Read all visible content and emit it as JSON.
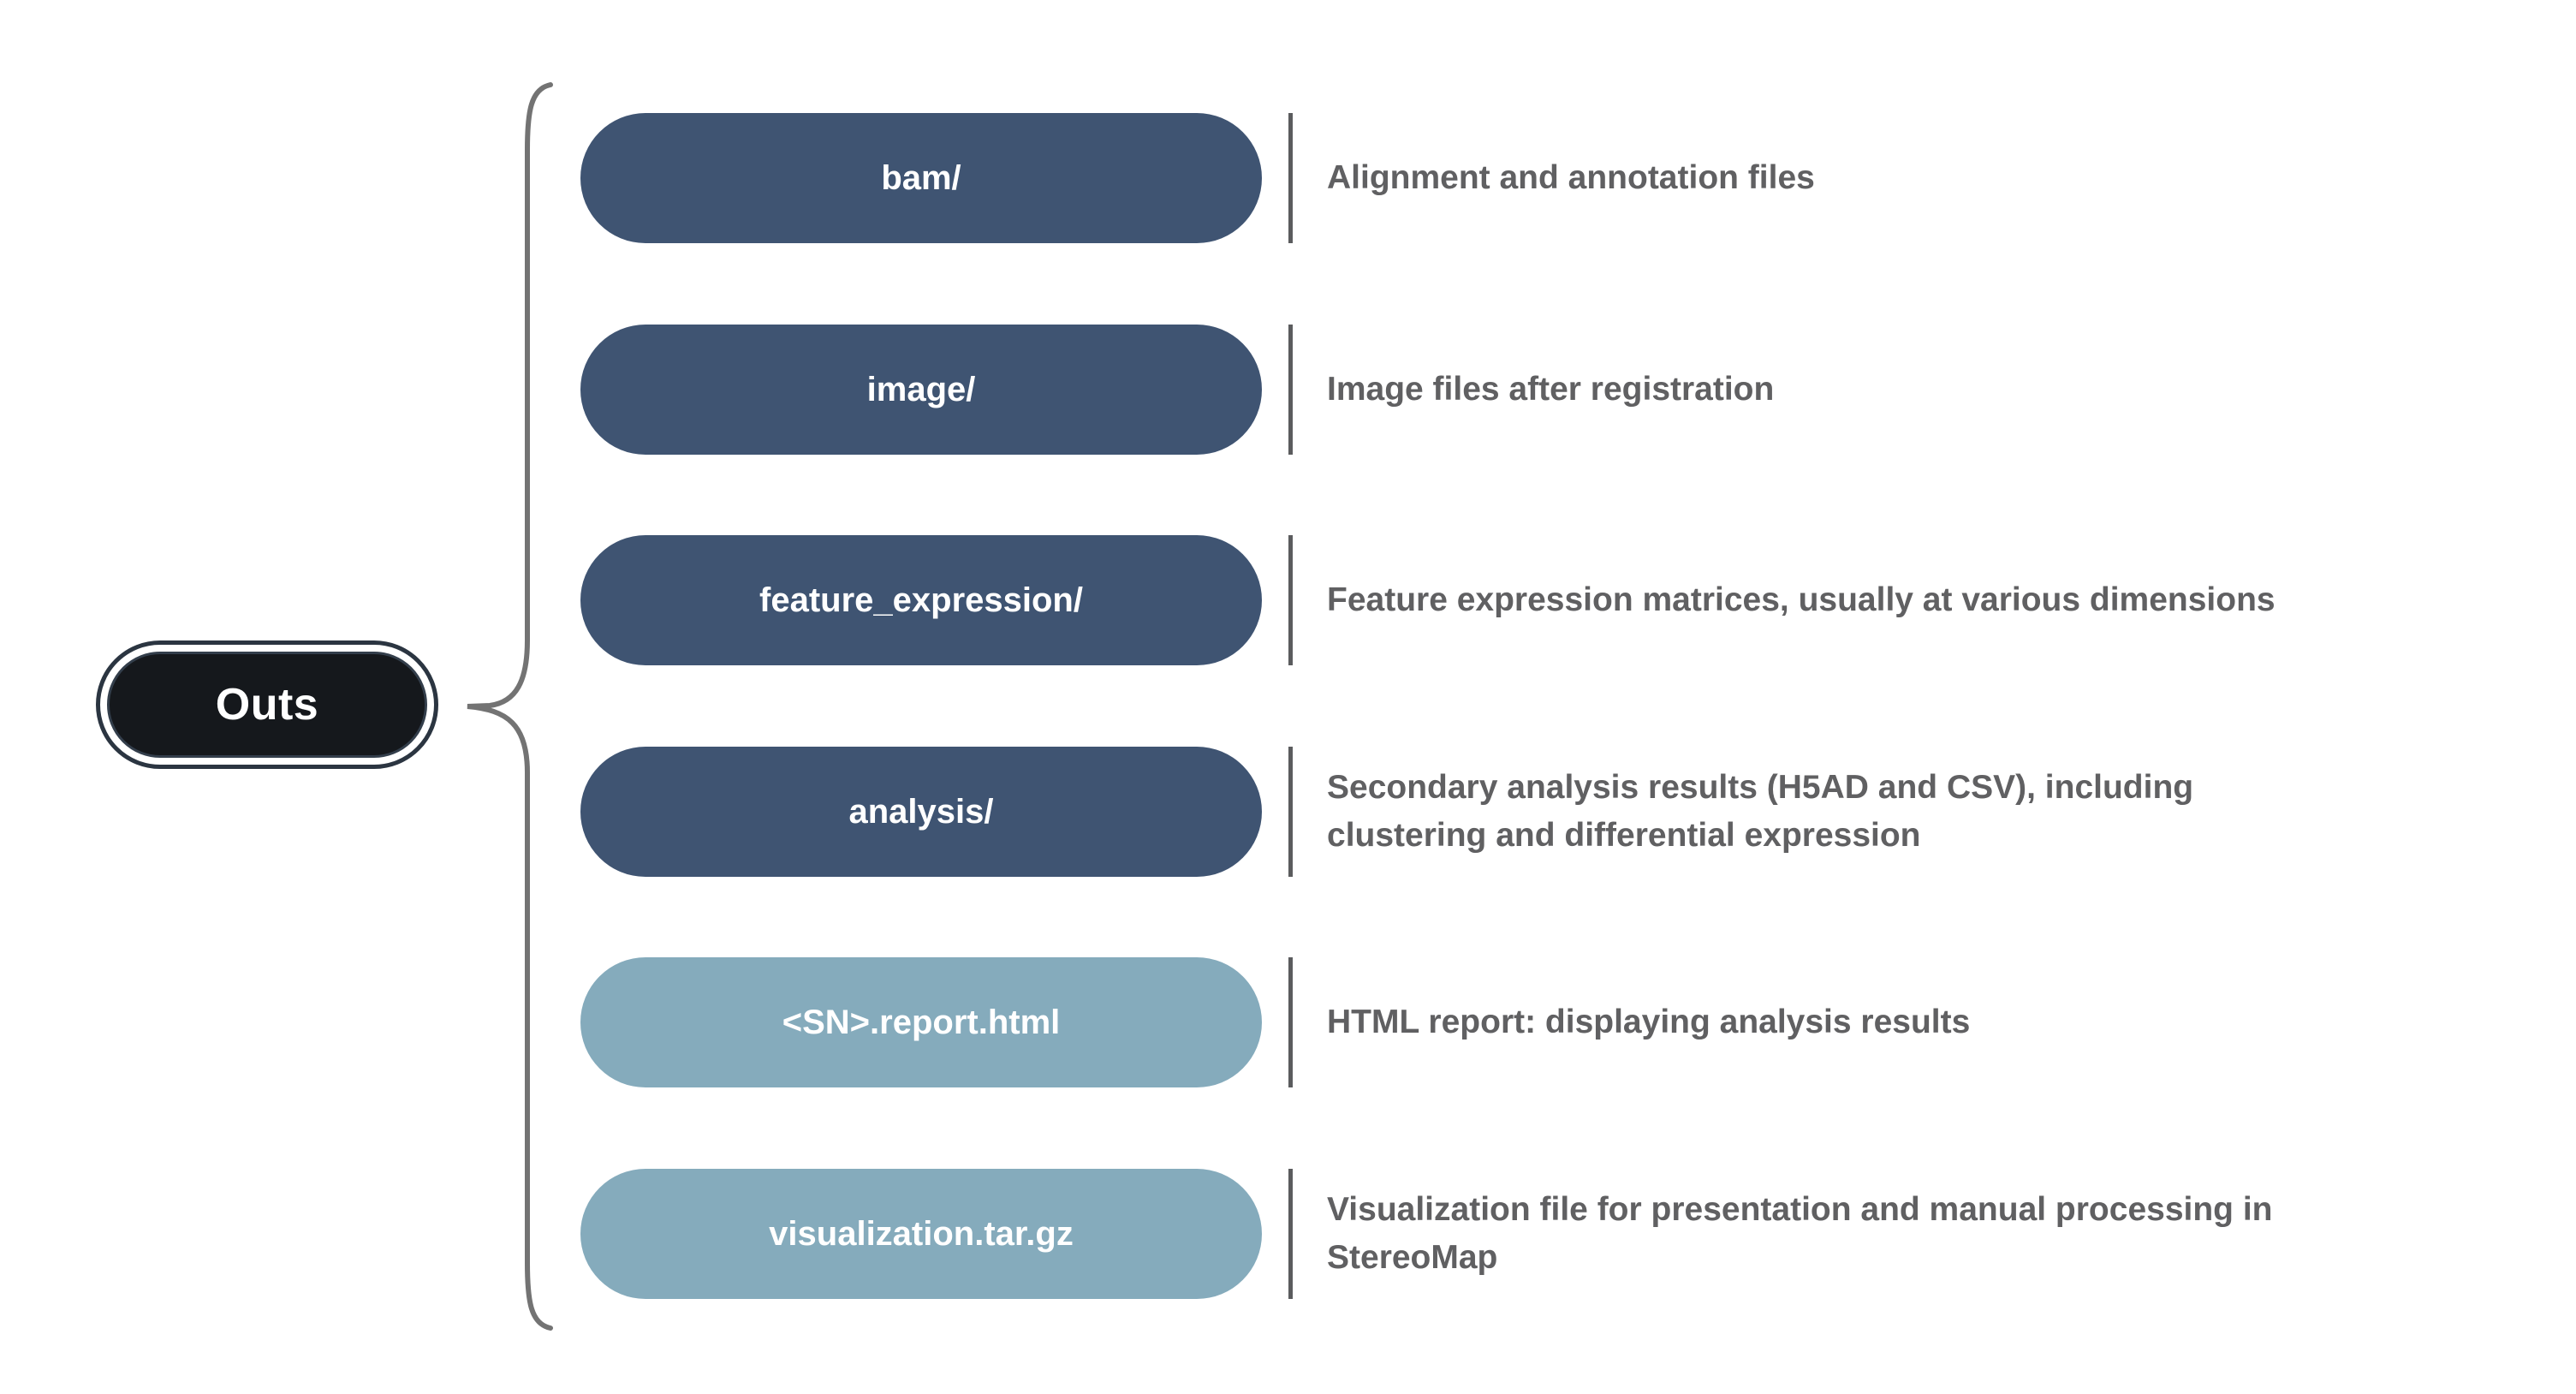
{
  "diagram": {
    "root_label": "Outs",
    "rows": [
      {
        "node": "bam/",
        "style": "dark",
        "description": "Alignment and annotation files"
      },
      {
        "node": "image/",
        "style": "dark",
        "description": "Image files after registration"
      },
      {
        "node": "feature_expression/",
        "style": "dark",
        "description": "Feature expression matrices, usually at various dimensions"
      },
      {
        "node": "analysis/",
        "style": "dark",
        "description": "Secondary analysis results (H5AD and CSV), including\nclustering and differential expression"
      },
      {
        "node": "<SN>.report.html",
        "style": "light",
        "description": "HTML report: displaying analysis results"
      },
      {
        "node": "visualization.tar.gz",
        "style": "light",
        "description": "Visualization file for presentation and manual processing in\nStereoMap"
      }
    ],
    "colors": {
      "dark_node_fill": "#3F5472",
      "light_node_fill": "#85ABBC",
      "root_fill": "#15181C",
      "root_border": "#2B3541",
      "root_inner_ring": "#333E4B",
      "node_label_text": "#FFFFFF",
      "description_text": "#606062",
      "divider": "#5B5C5E",
      "brace": "#737373",
      "page_bg": "#FFFFFF"
    }
  }
}
